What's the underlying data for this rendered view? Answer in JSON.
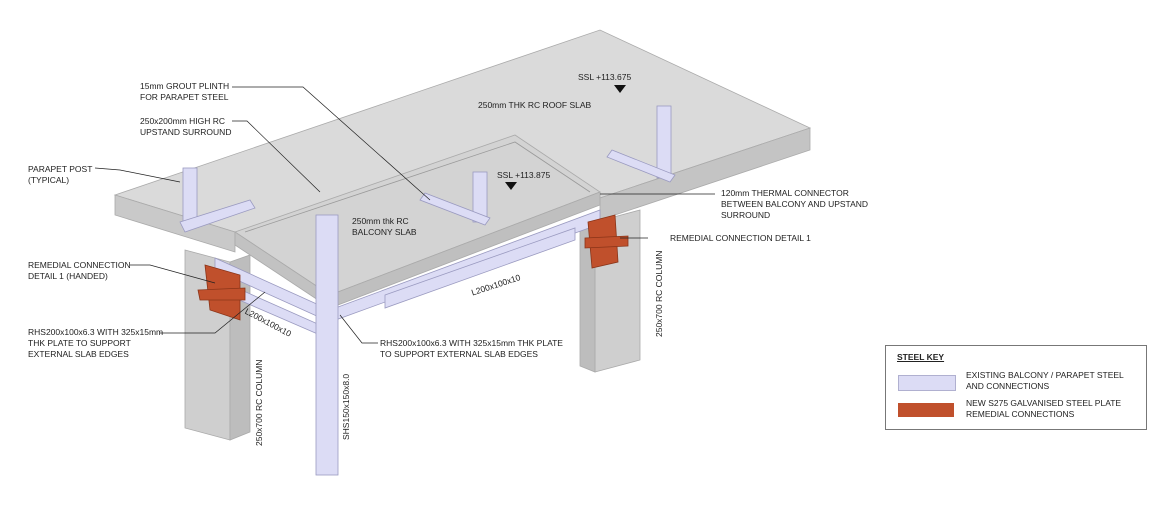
{
  "labels": {
    "grout_plinth": [
      "15mm GROUT PLINTH",
      "FOR PARAPET STEEL"
    ],
    "upstand": [
      "250x200mm HIGH RC",
      "UPSTAND SURROUND"
    ],
    "parapet_post": [
      "PARAPET POST",
      "(TYPICAL)"
    ],
    "remedial_handed": [
      "REMEDIAL CONNECTION",
      "DETAIL 1 (HANDED)"
    ],
    "rhs_left": [
      "RHS200x100x6.3 WITH 325x15mm",
      "THK PLATE TO SUPPORT",
      "EXTERNAL SLAB EDGES"
    ],
    "rhs_front": [
      "RHS200x100x6.3 WITH 325x15mm THK PLATE",
      "TO SUPPORT EXTERNAL SLAB EDGES"
    ],
    "balcony_slab": [
      "250mm thk RC",
      "BALCONY SLAB"
    ],
    "roof_slab": "250mm THK RC ROOF SLAB",
    "ssl_roof": "SSL +113.675",
    "ssl_balcony": "SSL +113.875",
    "thermal_connector": [
      "120mm THERMAL CONNECTOR",
      "BETWEEN BALCONY AND UPSTAND",
      "SURROUND"
    ],
    "remedial_1": "REMEDIAL CONNECTION DETAIL 1",
    "angle_left": "L200x100x10",
    "angle_front": "L200x100x10",
    "column_left": "250x700 RC COLUMN",
    "column_right": "250x700 RC COLUMN",
    "shs_post": "SHS150x150x8.0"
  },
  "key": {
    "title": "STEEL KEY",
    "items": [
      {
        "label": [
          "EXISTING BALCONY / PARAPET STEEL",
          "AND CONNECTIONS"
        ],
        "color": "#dcdcf5"
      },
      {
        "label": [
          "NEW S275 GALVANISED STEEL PLATE",
          "REMEDIAL CONNECTIONS"
        ],
        "color": "#c0502c"
      }
    ]
  },
  "colors": {
    "concrete_top": "#d9d9d9",
    "concrete_side": "#c8c8c8",
    "steel": "#dcdcf5",
    "new_steel": "#c0502c"
  }
}
